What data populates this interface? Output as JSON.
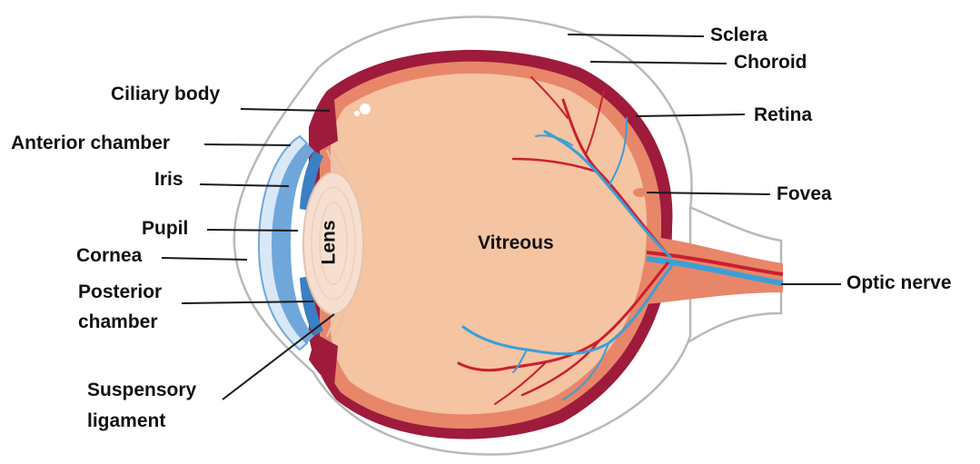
{
  "colors": {
    "sclera": "#ffffff",
    "sclera_outline": "#b7b9bb",
    "choroid": "#9e1b3c",
    "retina": "#e8866a",
    "vitreous": "#f5c4a2",
    "lens": "#f6dfd0",
    "cornea_blue": "#6fa7db",
    "artery": "#c9202f",
    "vein": "#3b9fd8",
    "line": "#1a1a1a"
  },
  "labels": {
    "sclera": "Sclera",
    "choroid": "Choroid",
    "retina": "Retina",
    "fovea": "Fovea",
    "optic_nerve": "Optic nerve",
    "ciliary_body": "Ciliary body",
    "anterior_chamber": "Anterior chamber",
    "iris": "Iris",
    "pupil": "Pupil",
    "cornea": "Cornea",
    "posterior_chamber_1": "Posterior",
    "posterior_chamber_2": "chamber",
    "suspensory_ligament_1": "Suspensory",
    "suspensory_ligament_2": "ligament",
    "vitreous": "Vitreous",
    "lens": "Lens"
  }
}
